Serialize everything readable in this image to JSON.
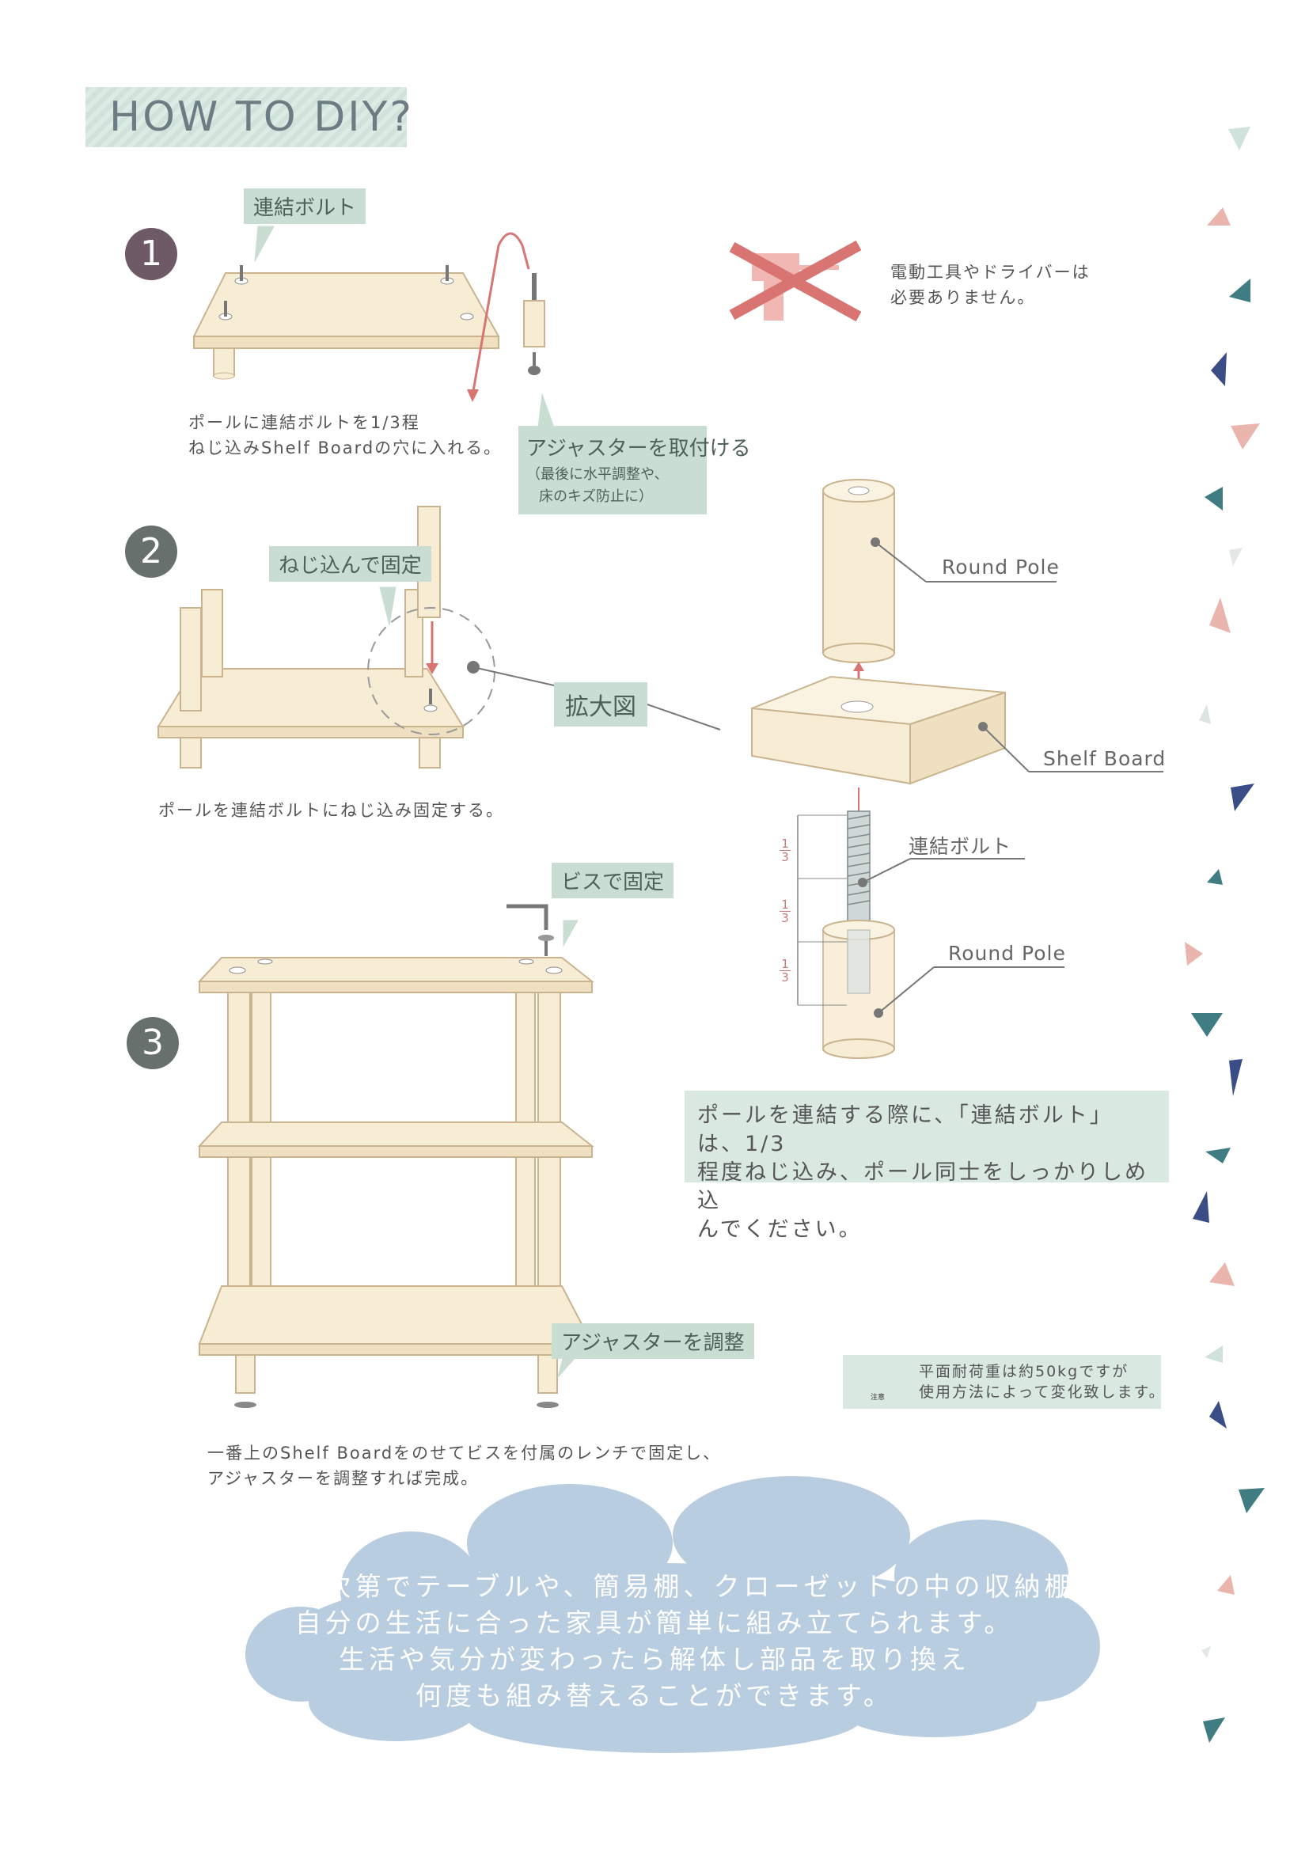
{
  "title": "HOW TO DIY?",
  "steps": {
    "step1": {
      "number": "1",
      "bolt_label": "連結ボルト",
      "caption_line1": "ポールに連結ボルトを1/3程",
      "caption_line2": "ねじ込みShelf Boardの穴に入れる。",
      "adjuster_label": "アジャスターを取付ける",
      "adjuster_note_line1": "（最後に水平調整や、",
      "adjuster_note_line2": "床のキズ防止に）"
    },
    "step2": {
      "number": "2",
      "screw_label": "ねじ込んで固定",
      "zoom_label": "拡大図",
      "caption": "ポールを連結ボルトにねじ込み固定する。"
    },
    "step3": {
      "number": "3",
      "screw_label": "ビスで固定",
      "adjuster_label": "アジャスターを調整",
      "caption_line1": "一番上のShelf Boardをのせてビスを付属のレンチで固定し、",
      "caption_line2": "アジャスターを調整すれば完成。"
    }
  },
  "no_tools": {
    "line1": "電動工具やドライバーは",
    "line2": "必要ありません。"
  },
  "detail": {
    "round_pole_top": "Round Pole",
    "shelf_board": "Shelf Board",
    "bolt": "連結ボルト",
    "round_pole_bottom": "Round Pole",
    "fraction_num": "1",
    "fraction_den": "3"
  },
  "note": {
    "line1": "ポールを連結する際に、「連結ボルト」は、1/3",
    "line2": "程度ねじ込み、ポール同士をしっかりしめ込",
    "line3": "んでください。"
  },
  "warning": {
    "badge": "注意",
    "line1": "平面耐荷重は約50kgですが",
    "line2": "使用方法によって変化致します。"
  },
  "cloud": {
    "line1": "組み合わせ次第でテーブルや、簡易棚、クローゼットの中の収納棚など",
    "line2": "自分の生活に合った家具が簡単に組み立てられます。",
    "line3": "生活や気分が変わったら解体し部品を取り換え",
    "line4": "何度も組み替えることができます。"
  },
  "colors": {
    "step1_circle": "#6e5a66",
    "step_circle": "#67706d",
    "label_green": "#c9ddd3",
    "wood": "#f7ecd4",
    "wood_edge": "#c9b48f",
    "accent_red": "#d87573",
    "cloud_blue": "#b9cde0",
    "teal": "#3f7d82",
    "navy": "#3b4d86",
    "pink": "#eab5ad"
  }
}
